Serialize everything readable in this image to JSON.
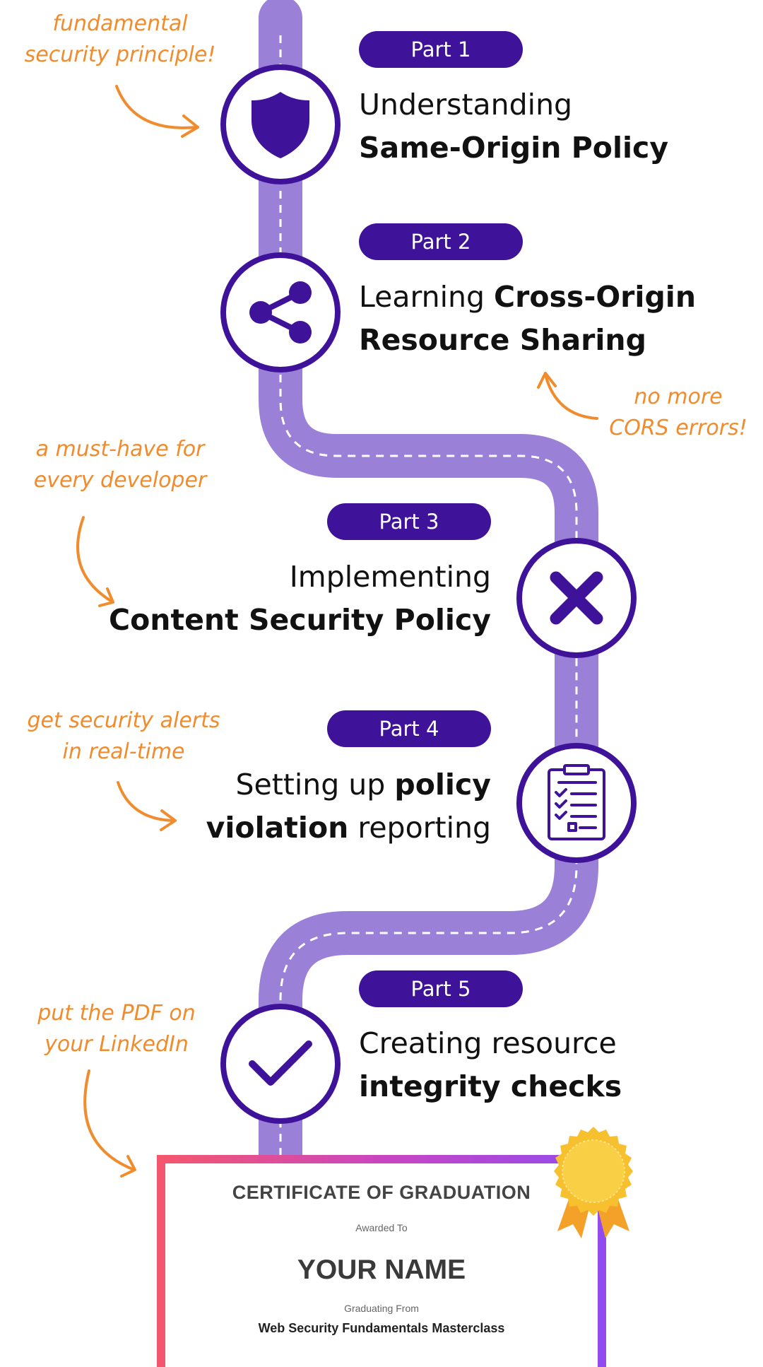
{
  "colors": {
    "road": "#9b80d8",
    "accent": "#3f1399",
    "annotation": "#f08c2e"
  },
  "parts": [
    {
      "badge": "Part 1",
      "lines": [
        [
          {
            "t": "Understanding",
            "b": false
          }
        ],
        [
          {
            "t": "Same-Origin Policy",
            "b": true
          }
        ]
      ],
      "icon": "shield-icon"
    },
    {
      "badge": "Part 2",
      "lines": [
        [
          {
            "t": "Learning ",
            "b": false
          },
          {
            "t": "Cross-Origin",
            "b": true
          }
        ],
        [
          {
            "t": "Resource Sharing",
            "b": true
          }
        ]
      ],
      "icon": "share-icon"
    },
    {
      "badge": "Part 3",
      "lines": [
        [
          {
            "t": "Implementing",
            "b": false
          }
        ],
        [
          {
            "t": "Content Security Policy",
            "b": true
          }
        ]
      ],
      "icon": "x-icon"
    },
    {
      "badge": "Part 4",
      "lines": [
        [
          {
            "t": "Setting up ",
            "b": false
          },
          {
            "t": "policy",
            "b": true
          }
        ],
        [
          {
            "t": "violation",
            "b": true
          },
          {
            "t": " reporting",
            "b": false
          }
        ]
      ],
      "icon": "clipboard-checklist-icon"
    },
    {
      "badge": "Part 5",
      "lines": [
        [
          {
            "t": "Creating resource",
            "b": false
          }
        ],
        [
          {
            "t": "integrity checks",
            "b": true
          }
        ]
      ],
      "icon": "checkmark-icon"
    }
  ],
  "annotations": [
    {
      "lines": [
        "fundamental",
        "security principle!"
      ]
    },
    {
      "lines": [
        "no more",
        "CORS errors!"
      ]
    },
    {
      "lines": [
        "a must-have for",
        "every developer"
      ]
    },
    {
      "lines": [
        "get security alerts",
        "in real-time"
      ]
    },
    {
      "lines": [
        "put the PDF on",
        "your LinkedIn"
      ]
    }
  ],
  "certificate": {
    "title": "CERTIFICATE OF GRADUATION",
    "awarded_label": "Awarded To",
    "name": "YOUR NAME",
    "from_label": "Graduating From",
    "course": "Web Security Fundamentals Masterclass",
    "seal_icon": "award-ribbon-icon"
  }
}
